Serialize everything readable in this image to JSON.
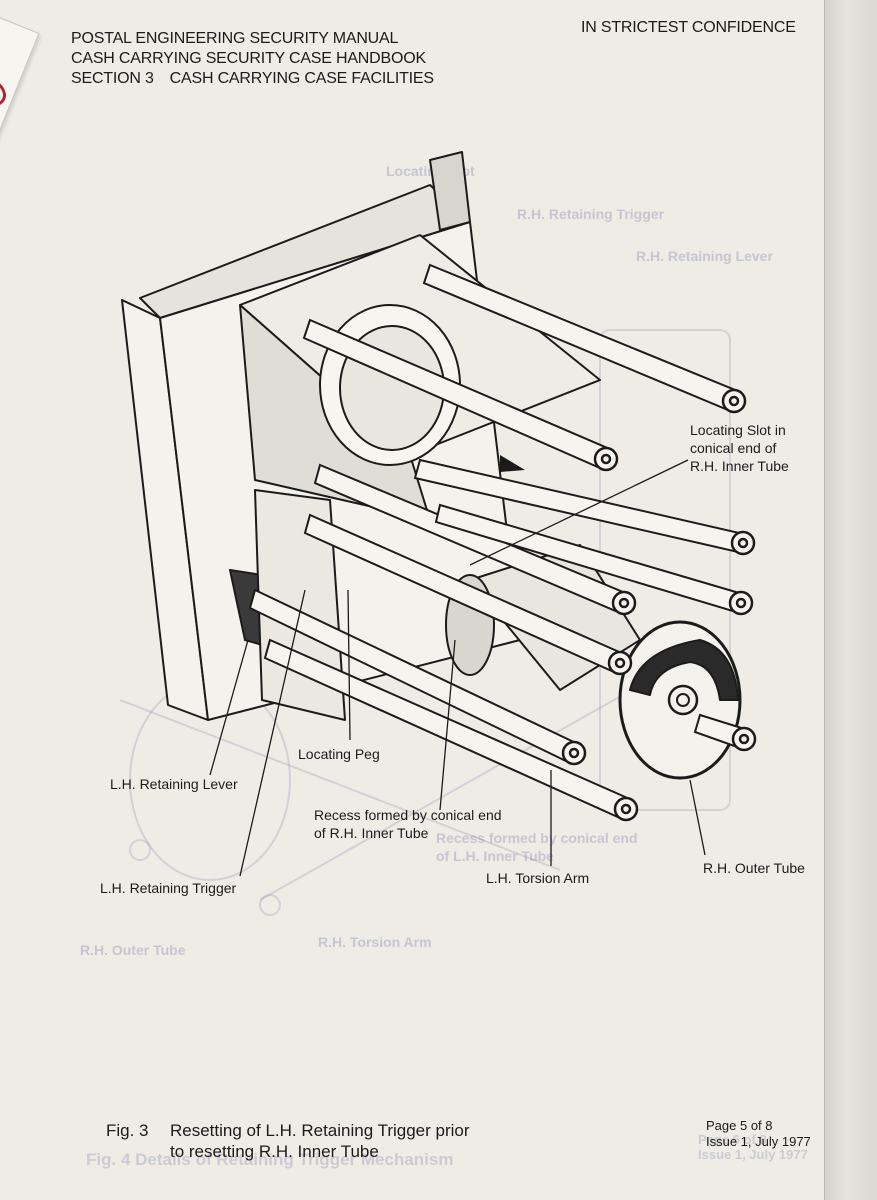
{
  "header": {
    "line1": "POSTAL ENGINEERING SECURITY MANUAL",
    "line2": "CASH CARRYING SECURITY CASE HANDBOOK",
    "section_no": "SECTION 3",
    "section_title": "CASH CARRYING CASE FACILITIES",
    "classification": "IN STRICTEST CONFIDENCE"
  },
  "labels": {
    "locating_slot": "Locating Slot in",
    "locating_slot_2": "conical end of",
    "locating_slot_3": "R.H. Inner Tube",
    "locating_peg": "Locating Peg",
    "lh_retaining_lever": "L.H. Retaining Lever",
    "recess": "Recess formed by conical end",
    "recess_2": "of R.H. Inner Tube",
    "lh_retaining_trigger": "L.H. Retaining Trigger",
    "lh_torsion_arm": "L.H. Torsion Arm",
    "rh_outer_tube": "R.H. Outer Tube"
  },
  "bleed_through": {
    "locating_slot": "Locating Slot",
    "rh_retaining_trigger": "R.H. Retaining Trigger",
    "rh_retaining_lever": "R.H. Retaining Lever",
    "recess": "Recess formed by conical end",
    "recess_2": "of L.H. Inner Tube",
    "rh_outer_tube": "R.H. Outer Tube",
    "rh_torsion_arm": "R.H. Torsion Arm",
    "fig4": "Fig. 4   Details of Retaining Trigger Mechanism",
    "page": "Page 6 of 8",
    "issue": "Issue 1, July 1977"
  },
  "caption": {
    "fig_no": "Fig. 3",
    "line1": "Resetting of L.H. Retaining Trigger prior",
    "line2": "to resetting R.H. Inner Tube"
  },
  "page_info": {
    "page": "Page 5 of 8",
    "issue": "Issue 1, July 1977"
  }
}
